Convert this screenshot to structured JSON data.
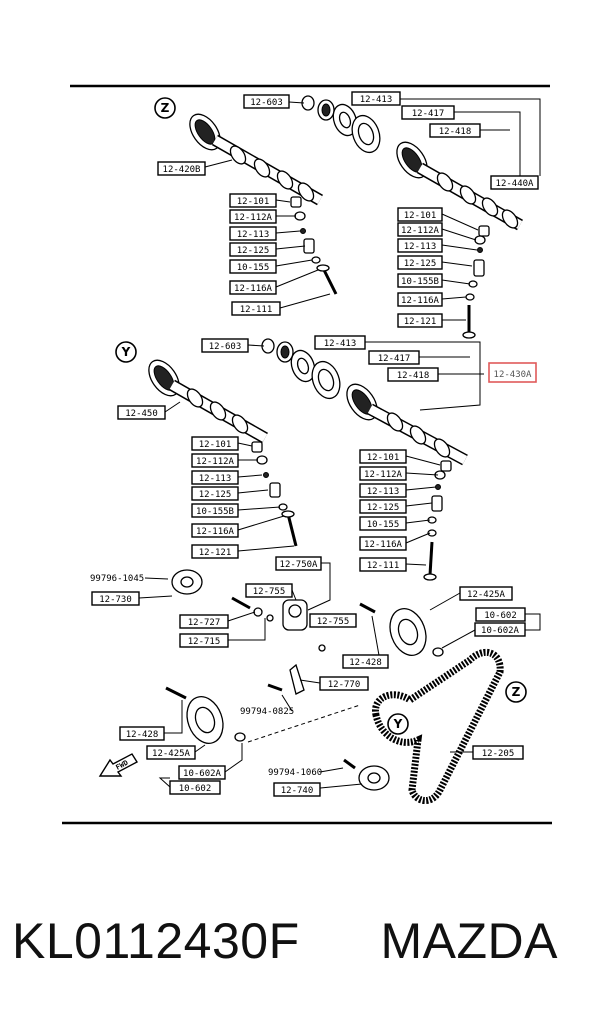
{
  "callouts": [
    {
      "id": "c1",
      "text": "12-603"
    },
    {
      "id": "c2",
      "text": "12-413"
    },
    {
      "id": "c3",
      "text": "12-417"
    },
    {
      "id": "c4",
      "text": "12-418"
    },
    {
      "id": "c5",
      "text": "12-420B"
    },
    {
      "id": "c6",
      "text": "12-440A"
    },
    {
      "id": "c7",
      "text": "12-101"
    },
    {
      "id": "c8",
      "text": "12-112A"
    },
    {
      "id": "c9",
      "text": "12-113"
    },
    {
      "id": "c10",
      "text": "12-125"
    },
    {
      "id": "c11",
      "text": "10-155"
    },
    {
      "id": "c12",
      "text": "12-116A"
    },
    {
      "id": "c13",
      "text": "12-111"
    },
    {
      "id": "c14",
      "text": "12-101"
    },
    {
      "id": "c15",
      "text": "12-112A"
    },
    {
      "id": "c16",
      "text": "12-113"
    },
    {
      "id": "c17",
      "text": "12-125"
    },
    {
      "id": "c18",
      "text": "10-155B"
    },
    {
      "id": "c19",
      "text": "12-116A"
    },
    {
      "id": "c20",
      "text": "12-121"
    },
    {
      "id": "c21",
      "text": "12-603"
    },
    {
      "id": "c22",
      "text": "12-413"
    },
    {
      "id": "c23",
      "text": "12-417"
    },
    {
      "id": "c24",
      "text": "12-418"
    },
    {
      "id": "c25",
      "text": "12-430A"
    },
    {
      "id": "c26",
      "text": "12-450"
    },
    {
      "id": "c27",
      "text": "12-101"
    },
    {
      "id": "c28",
      "text": "12-112A"
    },
    {
      "id": "c29",
      "text": "12-113"
    },
    {
      "id": "c30",
      "text": "12-125"
    },
    {
      "id": "c31",
      "text": "10-155B"
    },
    {
      "id": "c32",
      "text": "12-116A"
    },
    {
      "id": "c33",
      "text": "12-121"
    },
    {
      "id": "c34",
      "text": "12-101"
    },
    {
      "id": "c35",
      "text": "12-112A"
    },
    {
      "id": "c36",
      "text": "12-113"
    },
    {
      "id": "c37",
      "text": "12-125"
    },
    {
      "id": "c38",
      "text": "10-155"
    },
    {
      "id": "c39",
      "text": "12-116A"
    },
    {
      "id": "c40",
      "text": "12-111"
    },
    {
      "id": "c41",
      "text": "12-730"
    },
    {
      "id": "c42",
      "text": "12-750A"
    },
    {
      "id": "c43",
      "text": "12-755"
    },
    {
      "id": "c44",
      "text": "12-755"
    },
    {
      "id": "c45",
      "text": "12-727"
    },
    {
      "id": "c46",
      "text": "12-715"
    },
    {
      "id": "c47",
      "text": "12-425A"
    },
    {
      "id": "c48",
      "text": "10-602"
    },
    {
      "id": "c49",
      "text": "10-602A"
    },
    {
      "id": "c50",
      "text": "12-428"
    },
    {
      "id": "c51",
      "text": "12-770"
    },
    {
      "id": "c52",
      "text": "12-428"
    },
    {
      "id": "c53",
      "text": "12-425A"
    },
    {
      "id": "c54",
      "text": "10-602A"
    },
    {
      "id": "c55",
      "text": "10-602"
    },
    {
      "id": "c56",
      "text": "12-740"
    },
    {
      "id": "c57",
      "text": "12-205"
    }
  ],
  "bolt_numbers": {
    "b1": "99796-1045",
    "b2": "99794-0825",
    "b3": "99794-1060"
  },
  "markers": {
    "z": "Z",
    "y": "Y"
  },
  "fwd_label": "FWD",
  "highlight_color": "#e05a5a",
  "caption": {
    "part_number": "KL0112430F",
    "brand": "MAZDA"
  }
}
